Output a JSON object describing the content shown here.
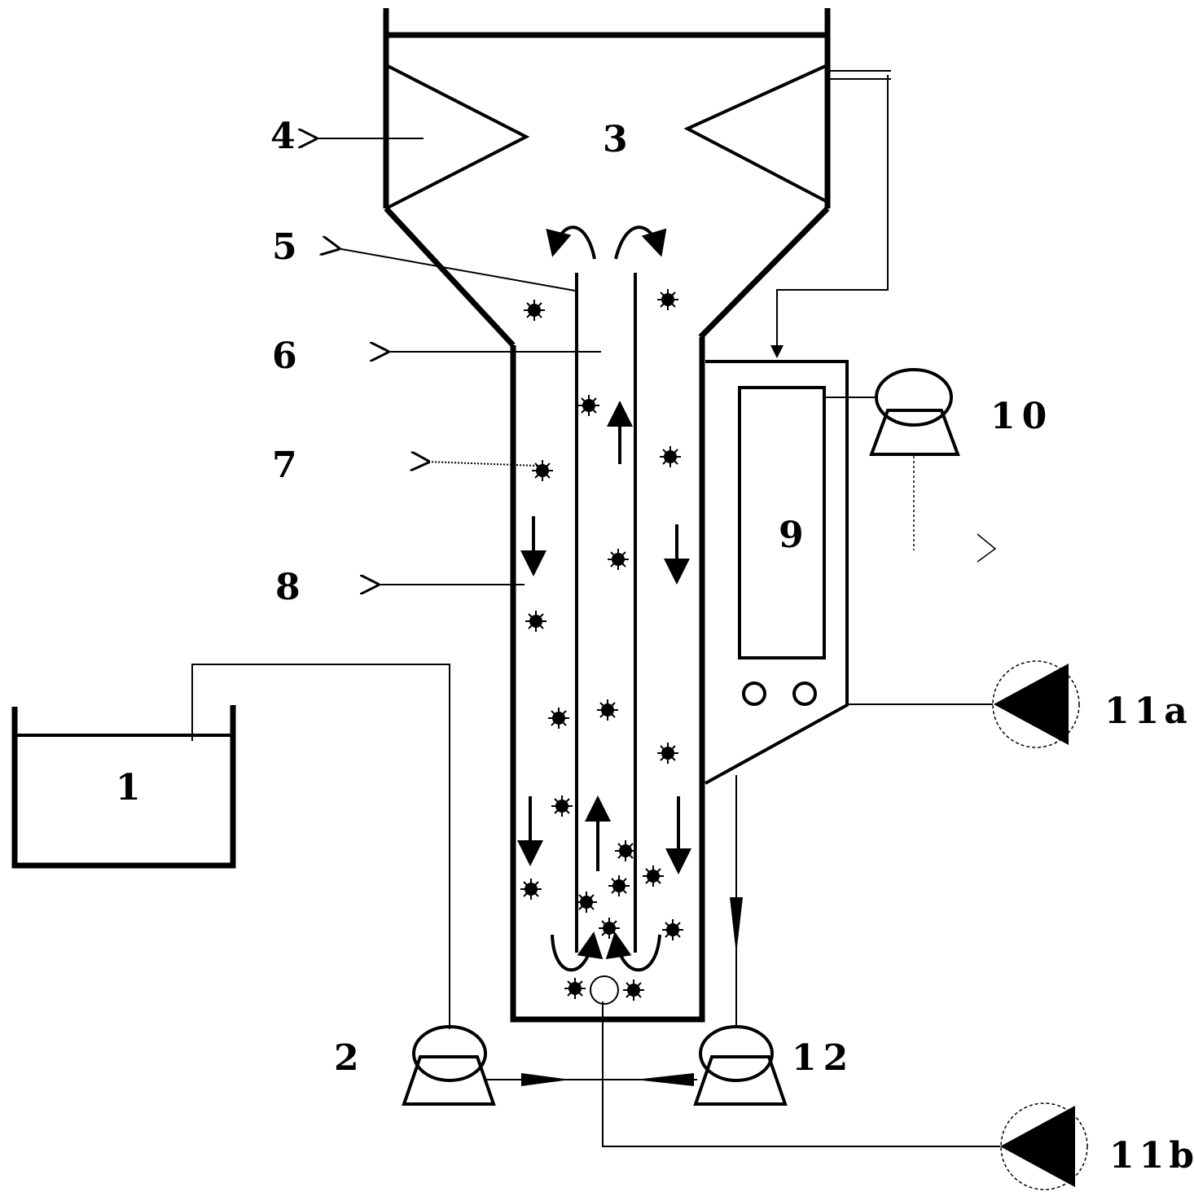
{
  "labels": {
    "feed_tank": "1",
    "feed_pump": "2",
    "settling_zone": "3",
    "baffle": "4",
    "draft_tube": "5",
    "riser": "6",
    "granules": "7",
    "reactor_wall": "8",
    "membrane_module": "9",
    "suction_pump": "10",
    "aerator_a": "11a",
    "aerator_b": "11b",
    "recycle_pump": "12"
  }
}
